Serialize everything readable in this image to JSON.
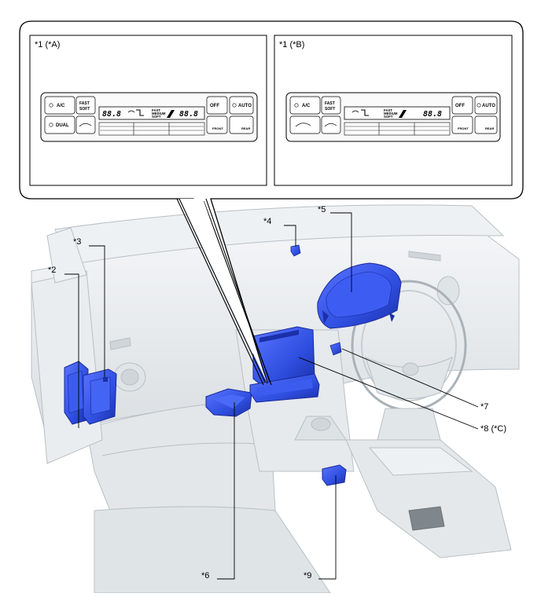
{
  "callouts": {
    "c1a": "*1 (*A)",
    "c1b": "*1 (*B)",
    "c2": "*2",
    "c3": "*3",
    "c4": "*4",
    "c5": "*5",
    "c6": "*6",
    "c7": "*7",
    "c8": "*8 (*C)",
    "c9": "*9"
  },
  "panel_a": {
    "buttons": {
      "ac": "A/C",
      "dual": "DUAL",
      "fast": "FAST",
      "soft": "SOFT",
      "off": "OFF",
      "auto": "AUTO",
      "front": "FRONT",
      "rear": "REAR"
    },
    "lcd": {
      "left": "88.8",
      "right": "88.8",
      "fast": "FAST",
      "medium": "MEDIUM",
      "soft": "SOFT"
    }
  },
  "panel_b": {
    "buttons": {
      "ac": "A/C",
      "fast": "FAST",
      "soft": "SOFT",
      "off": "OFF",
      "auto": "AUTO",
      "front": "FRONT",
      "rear": "REAR"
    },
    "lcd": {
      "right": "88.8",
      "fast": "FAST",
      "medium": "MEDIUM",
      "soft": "SOFT"
    }
  },
  "colors": {
    "component_blue": "#2f4fe0",
    "component_dark": "#1a2a9a",
    "interior": "#e8ecef",
    "interior_line": "#b9c0c6"
  }
}
